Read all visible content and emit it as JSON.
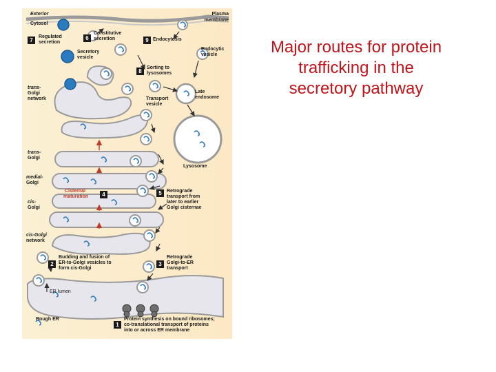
{
  "title": {
    "lines": [
      "Major routes for protein",
      "trafficking in the",
      "secretory pathway"
    ],
    "color": "#c0131a"
  },
  "diagram": {
    "labels": {
      "exterior": "Exterior",
      "cytosol": "Cytosol",
      "plasma_membrane_1": "Plasma",
      "plasma_membrane_2": "membrane",
      "regulated_secretion_1": "Regulated",
      "regulated_secretion_2": "secretion",
      "constitutive_secretion_1": "Constitutive",
      "constitutive_secretion_2": "secretion",
      "endocytosis": "Endocytosis",
      "endocytic_vesicle_1": "Endocytic",
      "endocytic_vesicle_2": "vesicle",
      "secretory_vesicle_1": "Secretory",
      "secretory_vesicle_2": "vesicle",
      "sorting_lysosomes_1": "Sorting to",
      "sorting_lysosomes_2": "lysosomes",
      "trans_golgi_network_1": "trans-",
      "trans_golgi_network_2": "Golgi",
      "trans_golgi_network_3": "network",
      "transport_vesicle_1": "Transport",
      "transport_vesicle_2": "vesicle",
      "late_endosome_1": "Late",
      "late_endosome_2": "endosome",
      "trans_golgi_1": "trans-",
      "trans_golgi_2": "Golgi",
      "lysosome": "Lysosome",
      "medial_golgi_1": "medial-",
      "medial_golgi_2": "Golgi",
      "cisternal_maturation_1": "Cisternal",
      "cisternal_maturation_2": "maturation",
      "retrograde_golgi_1": "Retrograde",
      "retrograde_golgi_2": "transport from",
      "retrograde_golgi_3": "later to earlier",
      "retrograde_golgi_4": "Golgi cisternae",
      "cis_golgi_1": "cis-",
      "cis_golgi_2": "Golgi",
      "cis_golgi_network_1": "cis-Golgi",
      "cis_golgi_network_2": "network",
      "budding_fusion_1": "Budding and fusion of",
      "budding_fusion_2": "ER-to-Golgi vesicles to",
      "budding_fusion_3": "form cis-Golgi",
      "retrograde_er_1": "Retrograde",
      "retrograde_er_2": "Golgi-to-ER",
      "retrograde_er_3": "transport",
      "er_lumen": "ER lumen",
      "rough_er": "Rough ER",
      "protein_synthesis_1": "Protein synthesis on bound ribosomes;",
      "protein_synthesis_2": "co-translational transport of proteins",
      "protein_synthesis_3": "into or across ER membrane"
    },
    "steps": [
      "1",
      "2",
      "3",
      "4",
      "5",
      "6",
      "7",
      "8",
      "9"
    ],
    "colors": {
      "background": "#fce9c6",
      "membrane": "#9a9a9a",
      "membrane_fill": "#e6e6ec",
      "vesicle_fill": "#ffffff",
      "protein": "#2b7bc0",
      "arrow": "#333333",
      "red_arrow": "#c0392b"
    }
  }
}
